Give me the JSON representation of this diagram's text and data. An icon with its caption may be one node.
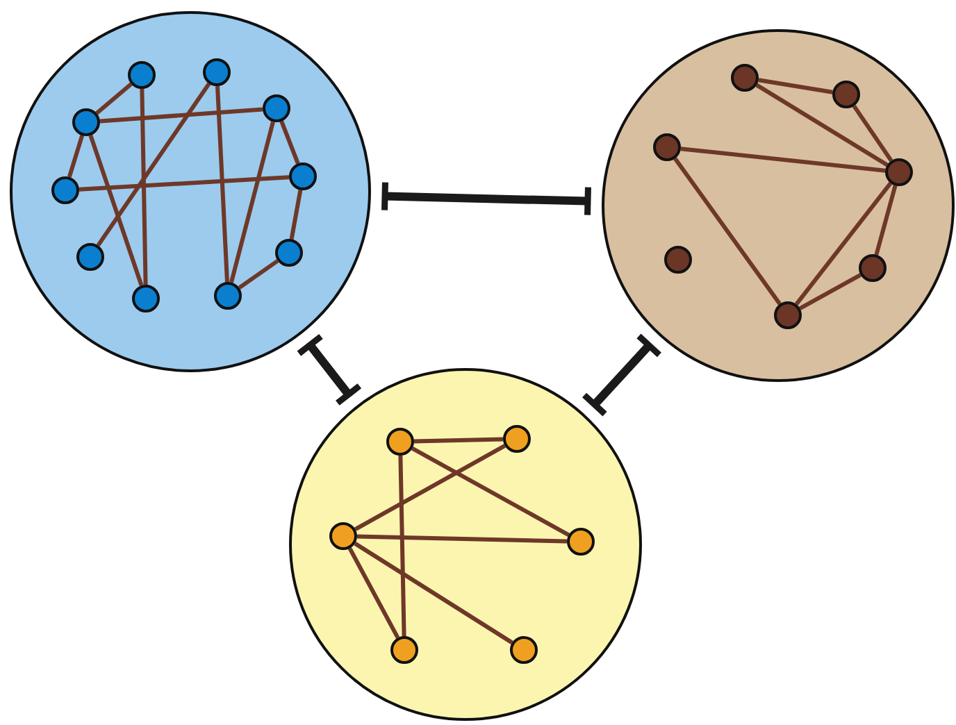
{
  "diagram": {
    "nodes": [
      {
        "text": [],
        "shape": "circle"
      },
      {
        "text": [],
        "shape": "circle",
        "in": 0
      },
      {
        "text": [],
        "shape": "circle",
        "in": 0
      },
      {
        "text": [],
        "shape": "circle",
        "in": 0
      },
      {
        "text": [],
        "shape": "circle",
        "in": 0
      },
      {
        "text": [],
        "shape": "circle",
        "in": 0
      },
      {
        "text": [],
        "shape": "circle",
        "in": 0
      },
      {
        "text": [],
        "shape": "circle",
        "in": 0
      },
      {
        "text": [],
        "shape": "circle",
        "in": 0
      },
      {
        "text": [],
        "shape": "circle",
        "in": 0
      },
      {
        "text": [],
        "shape": "circle",
        "in": 0
      },
      {
        "text": [],
        "shape": "circle"
      },
      {
        "text": [],
        "shape": "circle",
        "in": 11
      },
      {
        "text": [],
        "shape": "circle",
        "in": 11
      },
      {
        "text": [],
        "shape": "circle",
        "in": 11
      },
      {
        "text": [],
        "shape": "circle",
        "in": 11
      },
      {
        "text": [],
        "shape": "circle",
        "in": 11
      },
      {
        "text": [],
        "shape": "circle",
        "in": 11
      },
      {
        "text": [],
        "shape": "circle",
        "in": 11
      },
      {
        "text": [],
        "shape": "circle"
      },
      {
        "text": [],
        "shape": "circle",
        "in": 19
      },
      {
        "text": [],
        "shape": "circle",
        "in": 19
      },
      {
        "text": [],
        "shape": "circle",
        "in": 19
      },
      {
        "text": [],
        "shape": "circle",
        "in": 19
      },
      {
        "text": [],
        "shape": "circle",
        "in": 19
      },
      {
        "text": [],
        "shape": "circle",
        "in": 19
      }
    ],
    "edges": [
      {
        "from": 1,
        "to": 3,
        "arrow": "none"
      },
      {
        "from": 3,
        "to": 4,
        "arrow": "none"
      },
      {
        "from": 3,
        "to": 5,
        "arrow": "none"
      },
      {
        "from": 3,
        "to": 9,
        "arrow": "none"
      },
      {
        "from": 1,
        "to": 9,
        "arrow": "none"
      },
      {
        "from": 2,
        "to": 7,
        "arrow": "none"
      },
      {
        "from": 2,
        "to": 10,
        "arrow": "none"
      },
      {
        "from": 4,
        "to": 10,
        "arrow": "none"
      },
      {
        "from": 4,
        "to": 6,
        "arrow": "none"
      },
      {
        "from": 5,
        "to": 6,
        "arrow": "none"
      },
      {
        "from": 6,
        "to": 8,
        "arrow": "none"
      },
      {
        "from": 8,
        "to": 10,
        "arrow": "none"
      },
      {
        "from": 12,
        "to": 13,
        "arrow": "none"
      },
      {
        "from": 12,
        "to": 15,
        "arrow": "none"
      },
      {
        "from": 13,
        "to": 15,
        "arrow": "none"
      },
      {
        "from": 14,
        "to": 15,
        "arrow": "none"
      },
      {
        "from": 14,
        "to": 18,
        "arrow": "none"
      },
      {
        "from": 15,
        "to": 18,
        "arrow": "none"
      },
      {
        "from": 15,
        "to": 17,
        "arrow": "none"
      },
      {
        "from": 17,
        "to": 18,
        "arrow": "none"
      },
      {
        "from": 20,
        "to": 21,
        "arrow": "none"
      },
      {
        "from": 20,
        "to": 23,
        "arrow": "none"
      },
      {
        "from": 21,
        "to": 22,
        "arrow": "none"
      },
      {
        "from": 20,
        "to": 24,
        "arrow": "none"
      },
      {
        "from": 22,
        "to": 23,
        "arrow": "none"
      },
      {
        "from": 22,
        "to": 24,
        "arrow": "none"
      },
      {
        "from": 22,
        "to": 25,
        "arrow": "none"
      },
      {
        "from": 0,
        "to": 11,
        "arrow": "other",
        "style": "thick",
        "color": "#1a1a1a"
      },
      {
        "from": 0,
        "to": 19,
        "arrow": "other",
        "style": "thick",
        "color": "#1a1a1a"
      },
      {
        "from": 11,
        "to": 19,
        "arrow": "other",
        "style": "thick",
        "color": "#1a1a1a"
      }
    ]
  }
}
